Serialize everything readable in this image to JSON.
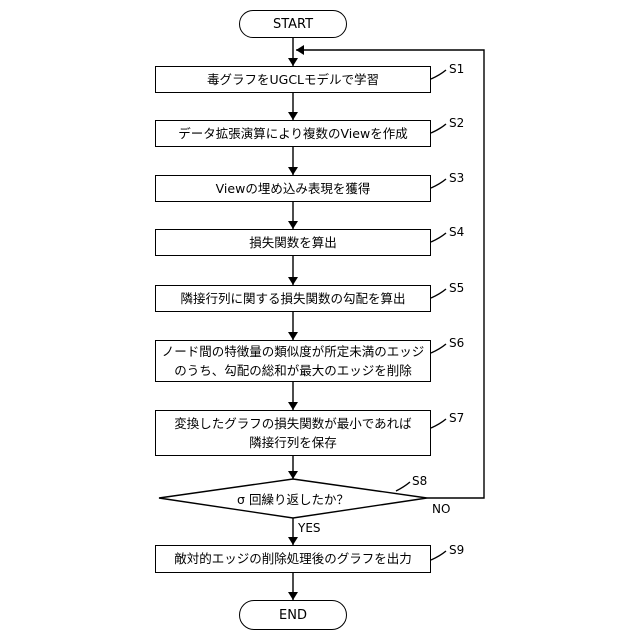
{
  "start": "START",
  "end": "END",
  "steps": [
    {
      "id": "S1",
      "text": "毒グラフをUGCLモデルで学習"
    },
    {
      "id": "S2",
      "text": "データ拡張演算により複数のViewを作成"
    },
    {
      "id": "S3",
      "text": "Viewの埋め込み表現を獲得"
    },
    {
      "id": "S4",
      "text": "損失関数を算出"
    },
    {
      "id": "S5",
      "text": "隣接行列に関する損失関数の勾配を算出"
    },
    {
      "id": "S6",
      "lines": [
        "ノード間の特徴量の類似度が所定未満のエッジ",
        "のうち、勾配の総和が最大のエッジを削除"
      ]
    },
    {
      "id": "S7",
      "lines": [
        "変換したグラフの損失関数が最小であれば",
        "隣接行列を保存"
      ]
    },
    {
      "id": "S8",
      "text": "σ 回繰り返したか？"
    },
    {
      "id": "S9",
      "text": "敵対的エッジの削除処理後のグラフを出力"
    }
  ],
  "branches": {
    "yes": "YES",
    "no": "NO"
  }
}
